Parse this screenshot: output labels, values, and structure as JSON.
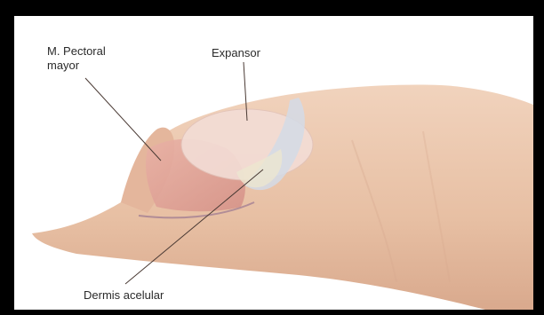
{
  "labels": {
    "pectoral_line1": "M. Pectoral",
    "pectoral_line2": "mayor",
    "expansor": "Expansor",
    "dermis": "Dermis acelular"
  },
  "colors": {
    "frame": "#000000",
    "skin": "#e9c2a6",
    "muscle": "#e0a39a",
    "expander": "#f0d6cf",
    "dermis": "#cfd8e4",
    "leader_line": "#4a3a34"
  }
}
